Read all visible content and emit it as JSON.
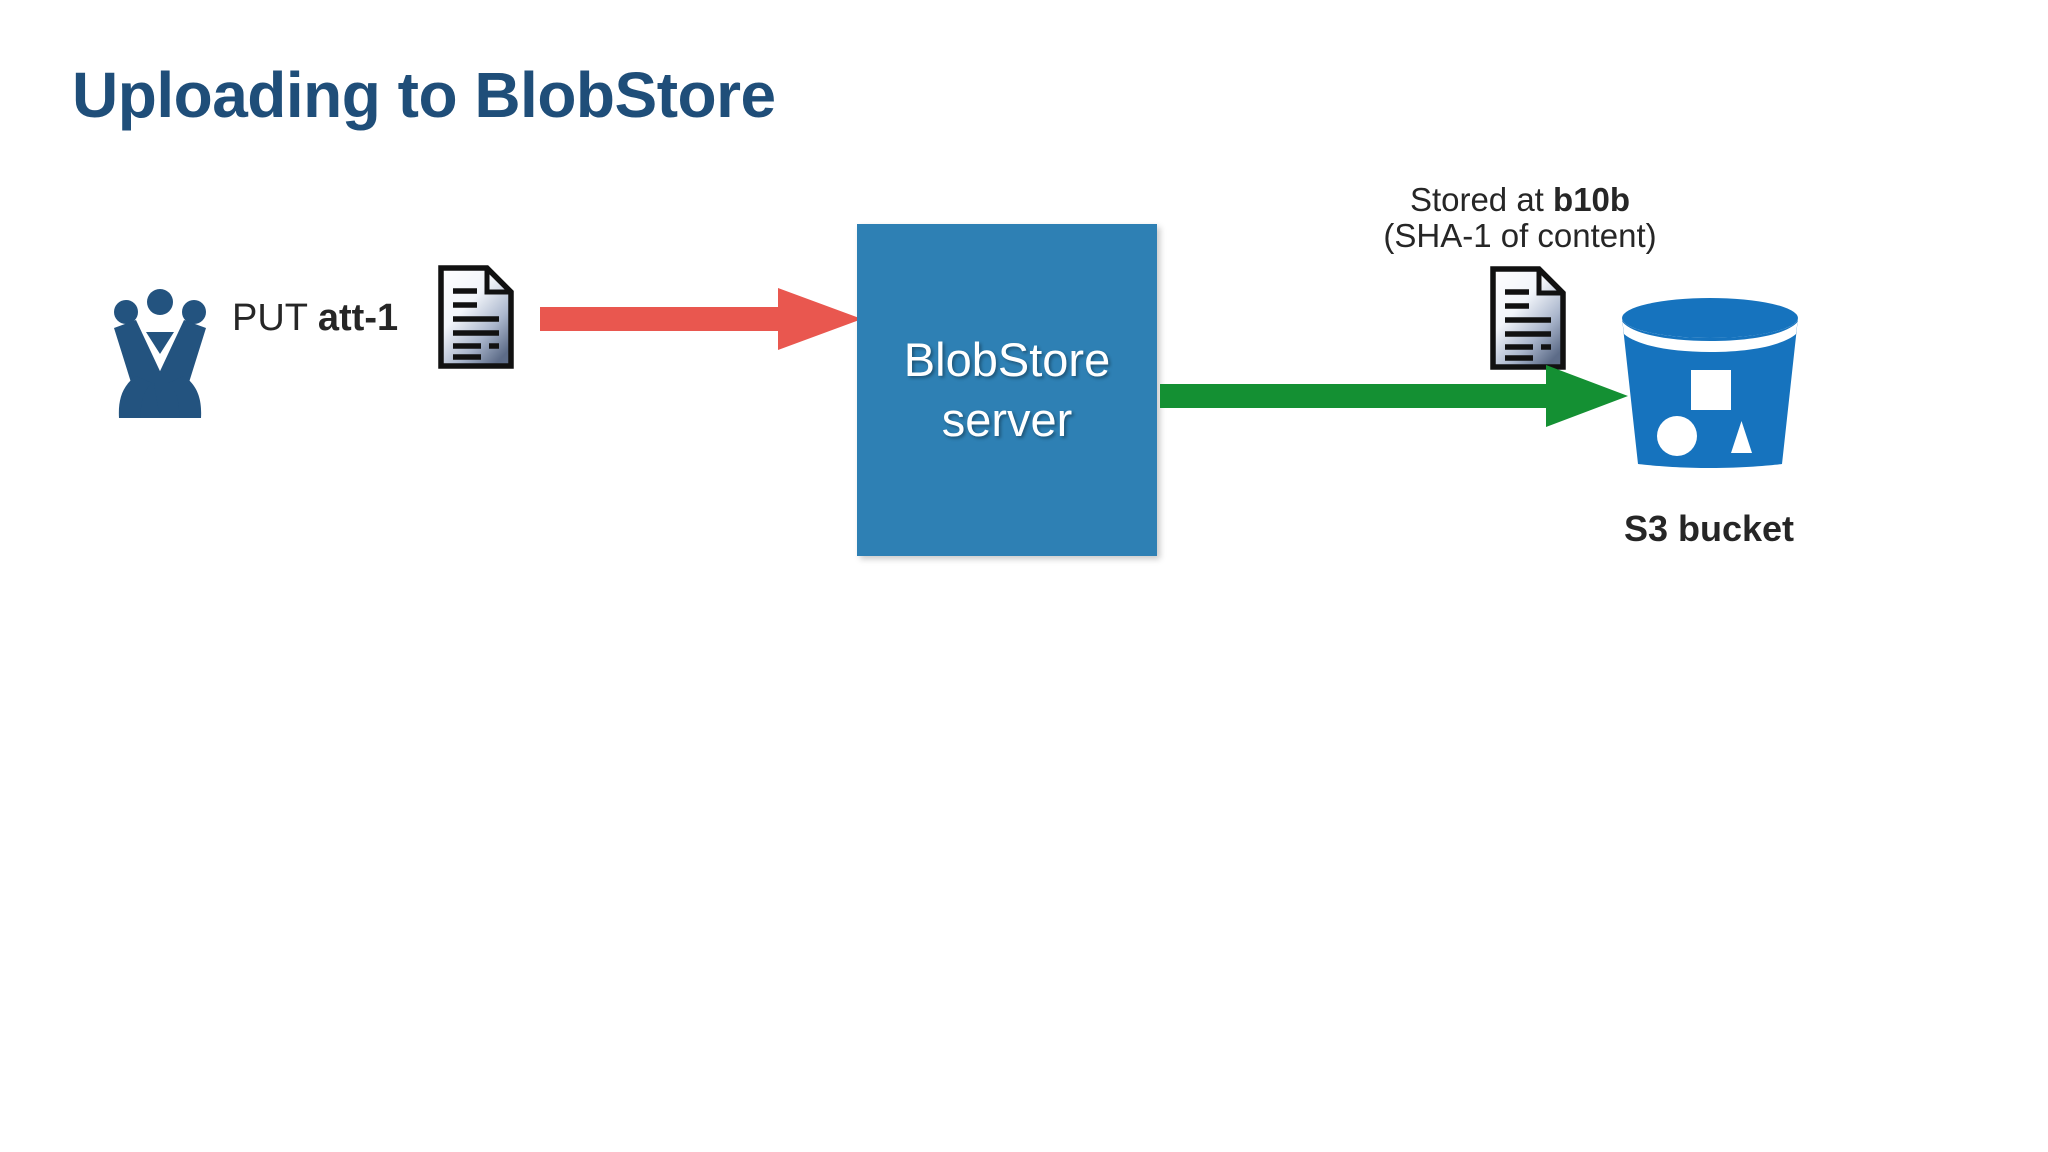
{
  "slide": {
    "title": "Uploading to BlobStore",
    "background_color": "#FFFFFF",
    "title_color": "#1F4E79"
  },
  "diagram": {
    "client": {
      "icon_name": "users-community-icon",
      "icon_color": "#23537F",
      "request_label_prefix": "PUT ",
      "request_label_value": "att-1",
      "payload_icon_name": "document-icon"
    },
    "upload_arrow": {
      "icon_name": "right-arrow-icon",
      "color": "#E9574F",
      "direction": "right"
    },
    "server": {
      "line1": "BlobStore",
      "line2": "server",
      "fill_color": "#2E80B4",
      "text_color": "#FFFFFF"
    },
    "store_arrow": {
      "icon_name": "right-arrow-icon",
      "color": "#149033",
      "direction": "right"
    },
    "storage": {
      "caption_line1_prefix": "Stored at ",
      "caption_line1_value": "b10b",
      "caption_line2": "(SHA-1 of content)",
      "stored_icon_name": "document-icon",
      "bucket_icon_name": "s3-bucket-icon",
      "bucket_color": "#1673BE",
      "label": "S3 bucket"
    }
  }
}
